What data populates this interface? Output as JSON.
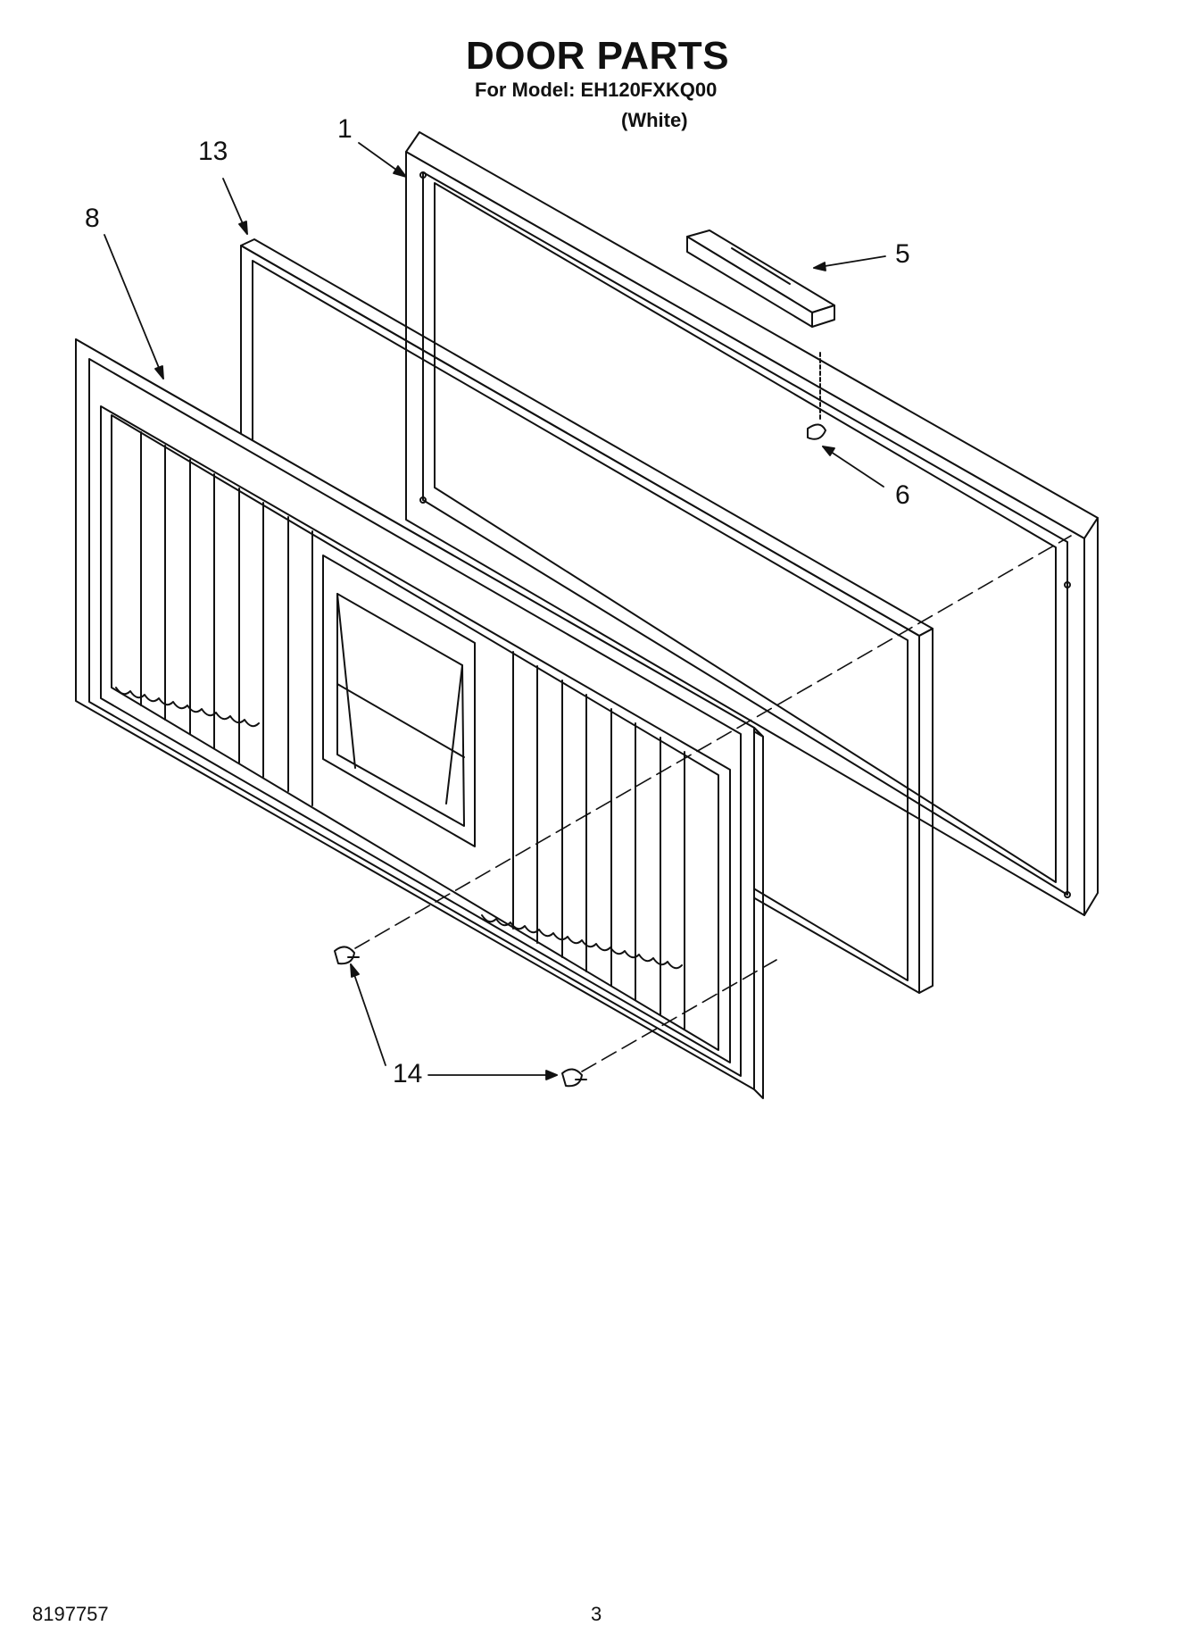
{
  "header": {
    "title": "DOOR PARTS",
    "model_line": "For Model: EH120FXKQ00",
    "variant": "(White)"
  },
  "callouts": {
    "c1": "1",
    "c13": "13",
    "c8": "8",
    "c5": "5",
    "c6": "6",
    "c14": "14"
  },
  "footer": {
    "doc_number": "8197757",
    "page_number": "3"
  }
}
